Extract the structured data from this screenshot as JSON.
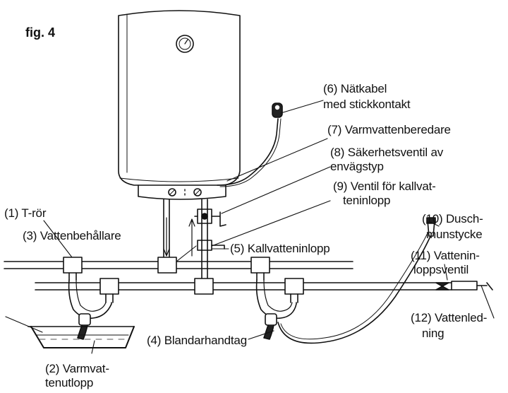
{
  "figure_label": "fig. 4",
  "labels": {
    "l6a": "(6) Nätkabel",
    "l6b": "med stickkontakt",
    "l7": "(7) Varmvattenberedare",
    "l8a": "(8) Säkerhetsventil av",
    "l8b": "envägstyp",
    "l9a": "(9) Ventil för kallvat-",
    "l9b": "teninlopp",
    "l1": "(1) T-rör",
    "l3": "(3) Vattenbehållare",
    "l5": "(5) Kallvatteninlopp",
    "l10a": "(10) Dusch-",
    "l10b": "munstycke",
    "l11a": "(11) Vattenin-",
    "l11b": "loppsventil",
    "l12a": "(12) Vattenled-",
    "l12b": "ning",
    "l4": "(4) Blandarhandtag",
    "l2a": "(2) Varmvat-",
    "l2b": "tenutlopp"
  },
  "colors": {
    "line": "#111111",
    "water": "#555555"
  }
}
